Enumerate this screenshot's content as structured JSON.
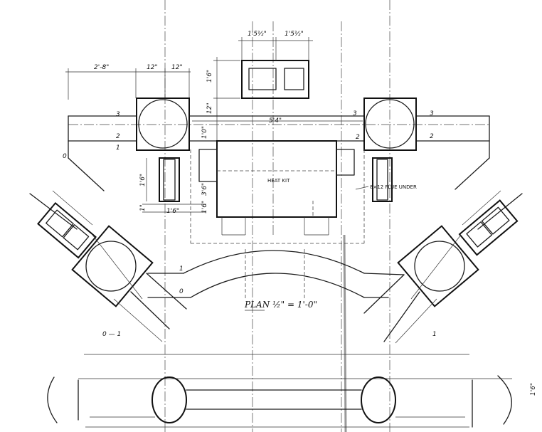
{
  "dimensions": {
    "top_width_1": "1'5½\"",
    "top_width_2": "1'5½\"",
    "width_2_8": "2'-8\"",
    "width_12_a": "12\"",
    "width_12_b": "12\"",
    "height_1_6": "1'6\"",
    "height_12": "12\"",
    "span": "5'4\"",
    "height_1_0": "1'0\"",
    "height_3_6": "3'6\"",
    "height_1_6_b": "1'6\"",
    "height_1_6_c": "1'6\"",
    "width_1_6": "1'6\"",
    "height_1": "1\"",
    "edge_note": "1'6\""
  },
  "grid_marks": {
    "left_3": "3",
    "left_2": "2",
    "left_1": "1",
    "right_3a": "3",
    "right_2a": "2",
    "right_3b": "3",
    "right_2b": "2"
  },
  "labels": {
    "heatkit": "HEAT KIT",
    "flue_note": "8×12 FLUE UNDER",
    "plan_title": "PLAN ½\" = 1'-0\"",
    "mark_0_left": "0",
    "mark_0_1_left": "0 — 1",
    "mark_0_center": "0",
    "mark_1_center": "1",
    "mark_1_right": "1"
  }
}
